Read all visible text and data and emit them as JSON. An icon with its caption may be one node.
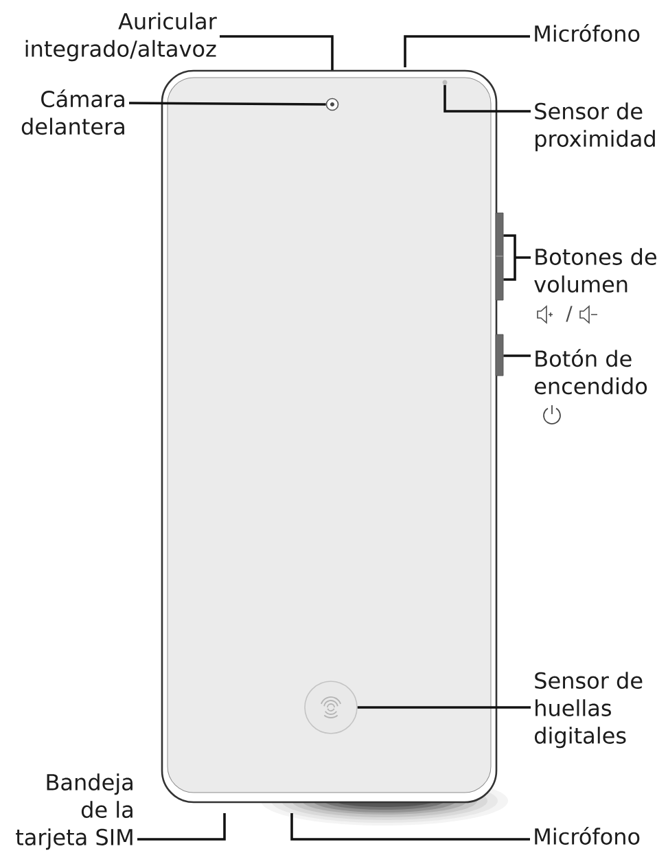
{
  "diagram": {
    "nodes": [
      {
        "text": [
          "Auricular integrado/altavoz"
        ]
      },
      {
        "text": [
          "Micrófono"
        ]
      },
      {
        "text": [
          "Cámara delantera"
        ]
      },
      {
        "text": [
          "Sensor de proximidad"
        ]
      },
      {
        "text": [
          "Botones de volumen"
        ],
        "beside": [
          "/"
        ]
      },
      {
        "text": [
          "Botón de encendido"
        ]
      },
      {
        "text": [
          "Sensor de huellas digitales"
        ]
      },
      {
        "text": [
          "Bandeja de la tarjeta SIM"
        ]
      },
      {
        "text": [
          "Micrófono"
        ]
      },
      {
        "text": [],
        "shape": "circle"
      },
      {
        "text": [],
        "shape": "circle"
      },
      {
        "text": [],
        "shape": "bar"
      },
      {
        "text": [],
        "shape": "bar"
      },
      {
        "text": [],
        "shape": "circle"
      }
    ],
    "edges": [
      {
        "from": 0,
        "to": null,
        "arrow": "none"
      },
      {
        "from": 1,
        "to": null,
        "arrow": "none"
      },
      {
        "from": 2,
        "to": 10,
        "arrow": "none"
      },
      {
        "from": 3,
        "to": 9,
        "arrow": "none"
      },
      {
        "from": 4,
        "to": 11,
        "arrow": "none"
      },
      {
        "from": 5,
        "to": 12,
        "arrow": "none"
      },
      {
        "from": 6,
        "to": 13,
        "arrow": "none"
      },
      {
        "from": 7,
        "to": null,
        "arrow": "none"
      },
      {
        "from": 8,
        "to": null,
        "arrow": "none"
      }
    ]
  }
}
